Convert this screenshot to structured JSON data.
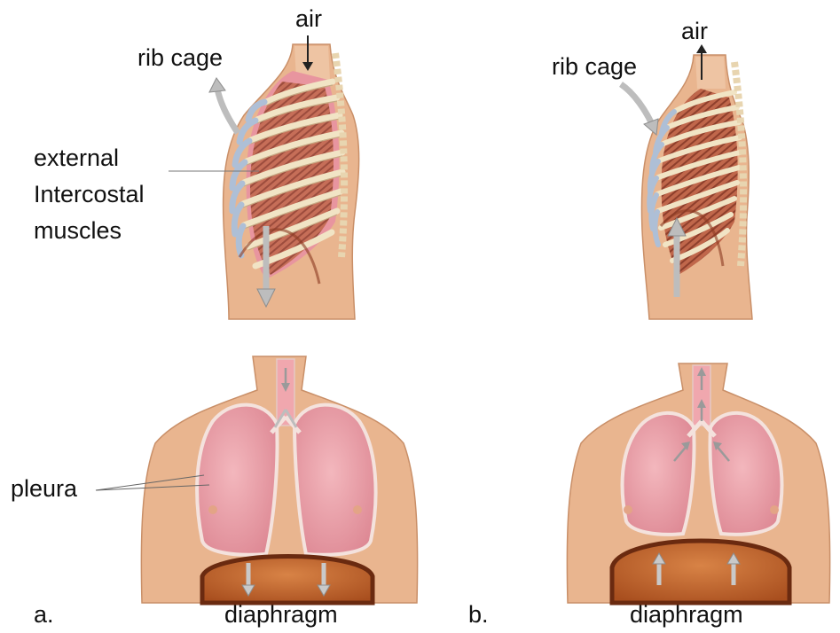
{
  "labels": {
    "air_a": "air",
    "air_b": "air",
    "rib_cage_a": "rib cage",
    "rib_cage_b": "rib cage",
    "eic_line1": "external",
    "eic_line2": "Intercostal",
    "eic_line3": "muscles",
    "pleura": "pleura",
    "panel_a": "a.",
    "panel_b": "b.",
    "diaphragm_a": "diaphragm",
    "diaphragm_b": "diaphragm"
  },
  "colors": {
    "skin": "#e9b58f",
    "skin_dark": "#d49a72",
    "lung": "#eea3ac",
    "lung_edge": "#f6e6e1",
    "muscle": "#b95f45",
    "rib": "#f2e6c8",
    "cartilage": "#b9c8dc",
    "diaphragm": "#c5672a",
    "arrow": "#b8b8b8"
  }
}
